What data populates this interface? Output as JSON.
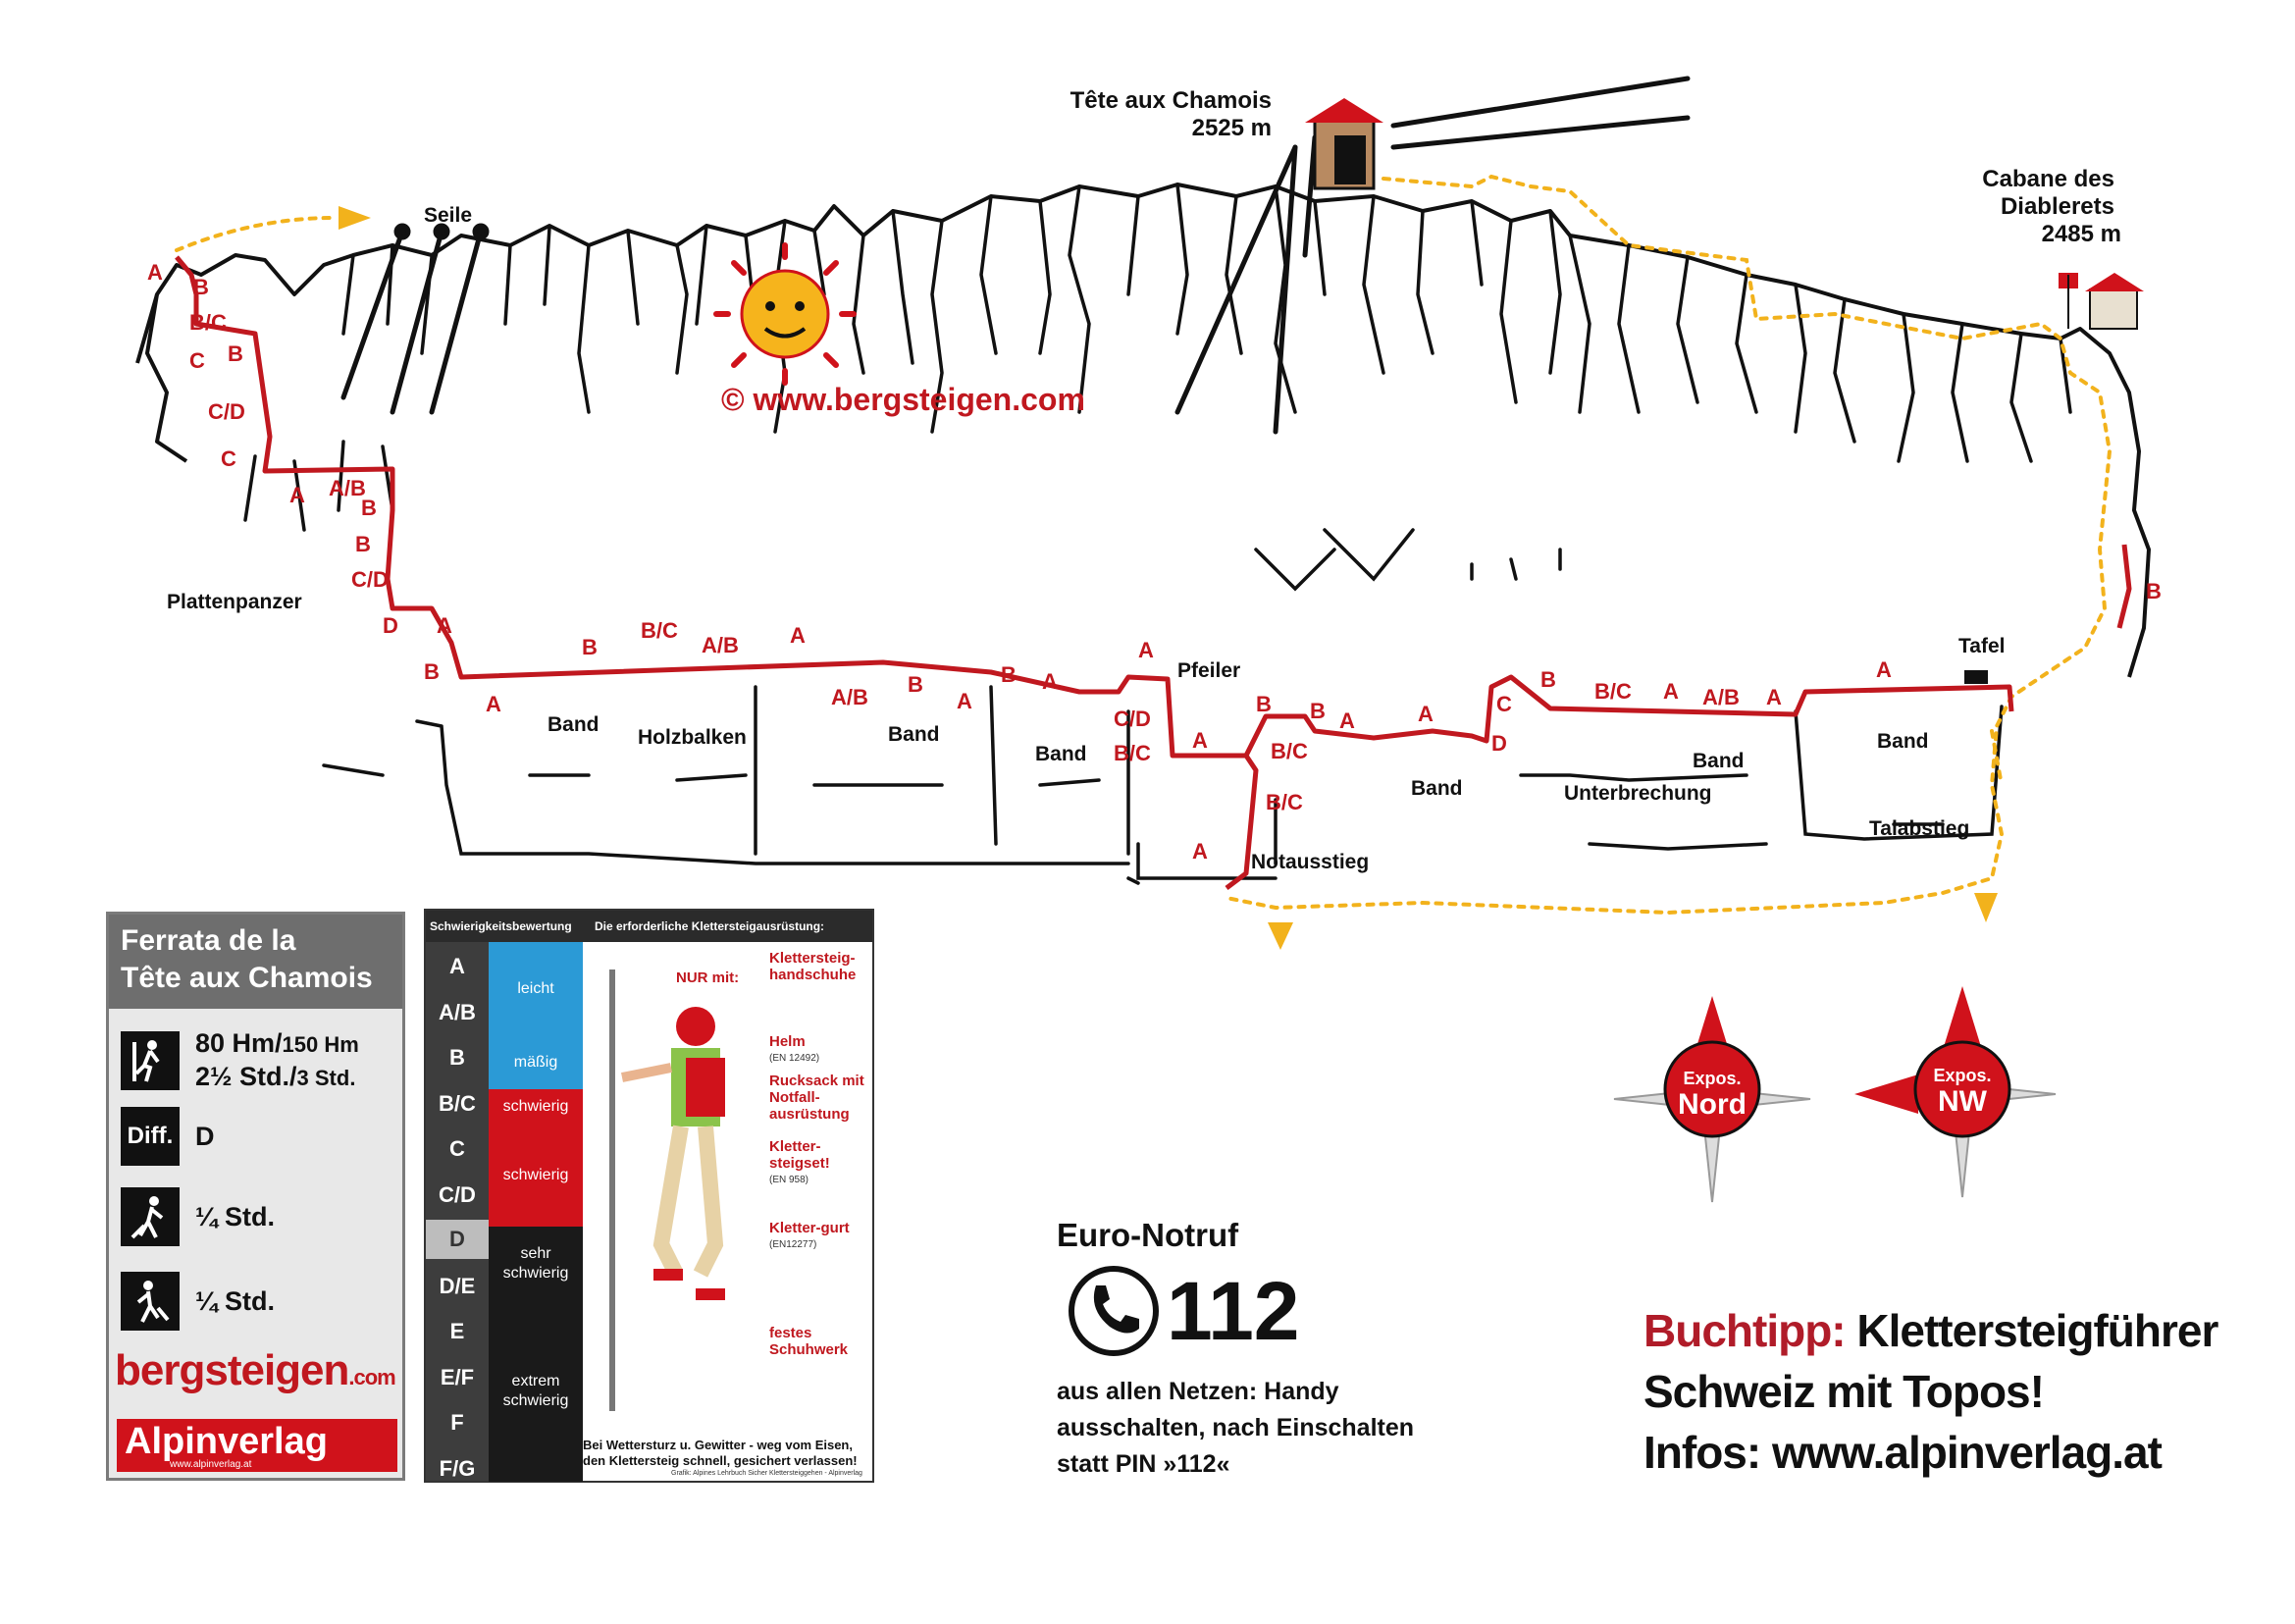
{
  "copyright_url": "©  www.bergsteigen.com",
  "peaks": {
    "tete_name": "Tête aux Chamois",
    "tete_alt": "2525 m",
    "cabane_line1": "Cabane des",
    "cabane_line2": "Diablerets",
    "cabane_alt": "2485 m"
  },
  "places": {
    "seile": "Seile",
    "plattenpanzer": "Plattenpanzer",
    "band": "Band",
    "holzbalken": "Holzbalken",
    "pfeiler": "Pfeiler",
    "notausstieg": "Notausstieg",
    "unterbrechung": "Unterbrechung",
    "talabstieg": "Talabstieg",
    "tafel": "Tafel"
  },
  "route_grades": [
    "A",
    "B",
    "B/C",
    "C",
    "B",
    "C/D",
    "C",
    "A",
    "A/B",
    "B",
    "B",
    "C/D",
    "D",
    "A",
    "B",
    "A",
    "B",
    "B/C",
    "A/B",
    "A",
    "A/B",
    "B",
    "A",
    "B",
    "A",
    "A",
    "C/D",
    "B/C",
    "A",
    "B",
    "B",
    "A",
    "B/C",
    "B/C",
    "A",
    "D",
    "A",
    "C",
    "B",
    "B/C",
    "A",
    "A/B",
    "A",
    "A",
    "B"
  ],
  "info": {
    "title_line1": "Ferrata de la",
    "title_line2": "Tête aux Chamois",
    "height_main": "80 Hm/",
    "height_alt": "150 Hm",
    "time_main": "2½ Std./",
    "time_alt": "3 Std.",
    "diff_badge": "Diff.",
    "diff_value": "D",
    "approach_time": "¼ Std.",
    "descent_time": "¼ Std.",
    "brand_red": "bergsteigen",
    "brand_com": ".com",
    "alpin_name": "Alpinverlag",
    "alpin_url": "www.alpinverlag.at"
  },
  "difficulty_chart": {
    "header_left": "Schwierigkeitsbewertung",
    "header_right": "Die erforderliche Klettersteigausrüstung:",
    "grades": [
      "A",
      "A/B",
      "B",
      "B/C",
      "C",
      "C/D",
      "D",
      "D/E",
      "E",
      "E/F",
      "F",
      "F/G"
    ],
    "bands": [
      {
        "label": "leicht",
        "color": "#2b9ad6"
      },
      {
        "label": "mäßig",
        "color": "#2b9ad6"
      },
      {
        "label": "schwierig",
        "color": "#d0121b"
      },
      {
        "label": "schwierig",
        "color": "#d0121b"
      },
      {
        "label": "sehr schwierig",
        "color": "#1a1a1a"
      },
      {
        "label": "extrem schwierig",
        "color": "#1a1a1a"
      }
    ],
    "nur_mit": "NUR mit:",
    "gear": [
      {
        "name": "Klettersteig-handschuhe",
        "norm": ""
      },
      {
        "name": "Helm",
        "norm": "(EN 12492)"
      },
      {
        "name": "Rucksack mit Notfall-ausrüstung",
        "norm": ""
      },
      {
        "name": "Kletter-steigset!",
        "norm": "(EN 958)"
      },
      {
        "name": "Kletter-gurt",
        "norm": "(EN12277)"
      },
      {
        "name": "festes Schuhwerk",
        "norm": ""
      }
    ],
    "warning": "Bei Wettersturz u. Gewitter - weg vom Eisen, den Klettersteig schnell, gesichert verlassen!",
    "credit": "Grafik: Alpines Lehrbuch Sicher Klettersteiggehen - Alpinverlag"
  },
  "compass": [
    {
      "line1": "Expos.",
      "line2": "Nord"
    },
    {
      "line1": "Expos.",
      "line2": "NW"
    }
  ],
  "emergency": {
    "title": "Euro-Notruf",
    "number": "112",
    "line1": "aus allen Netzen: Handy",
    "line2": "ausschalten, nach Einschalten",
    "line3": "statt PIN »112«"
  },
  "book": {
    "label": "Buchtipp:",
    "title1": " Klettersteigführer",
    "title2": "Schweiz mit Topos!",
    "infos": "Infos: www.alpinverlag.at"
  },
  "colors": {
    "route": "#c0181f",
    "path": "#f2b21c",
    "rock": "#111111"
  }
}
